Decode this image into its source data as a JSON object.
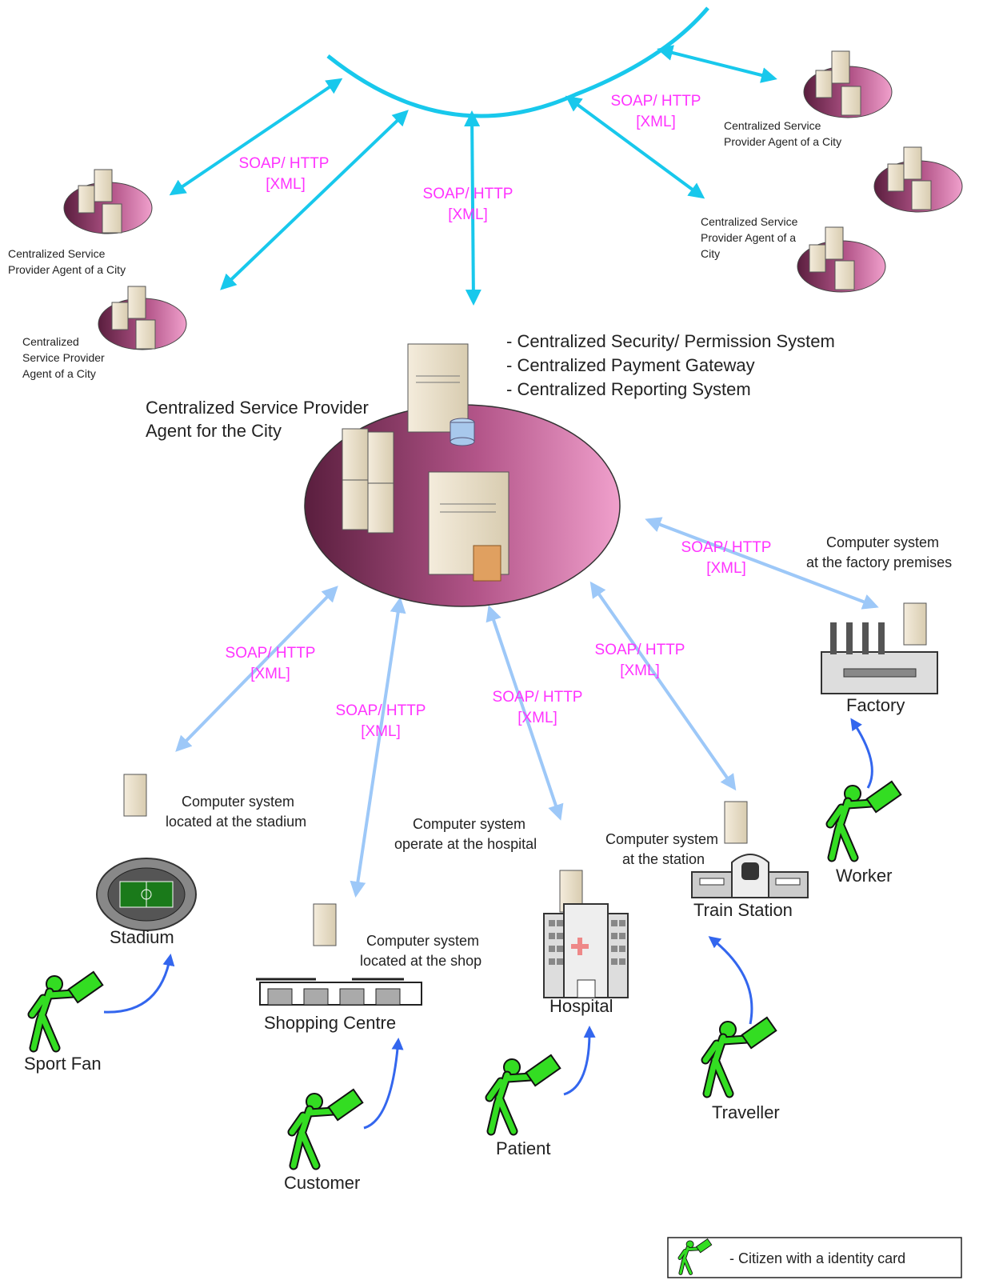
{
  "colors": {
    "backbone": "#18c8ec",
    "link_dark": "#18c8ec",
    "link_light": "#9dc8f8",
    "citizen_arrow": "#3366ee",
    "protocol_text": "#ff33ff",
    "citizen_fill": "#33dd22",
    "platform": "#d98ab8"
  },
  "protocol": {
    "line1": "SOAP/ HTTP",
    "line2": "[XML]"
  },
  "central": {
    "label_line1": "Centralized Service Provider",
    "label_line2": "Agent for the City",
    "features": [
      "- Centralized Security/ Permission System",
      "- Centralized Payment Gateway",
      "- Centralized Reporting System"
    ]
  },
  "remote_agents": [
    {
      "lines": [
        "Centralized Service",
        "Provider Agent of a City"
      ]
    },
    {
      "lines": [
        "Centralized",
        "Service Provider",
        "Agent of a City"
      ]
    },
    {
      "lines": [
        "Centralized Service",
        "Provider Agent of a City"
      ]
    },
    {
      "lines": [
        "Centralized Service",
        "Provider Agent of a",
        "City"
      ]
    }
  ],
  "sites": {
    "stadium": {
      "name": "Stadium",
      "system": [
        "Computer system",
        "located at the stadium"
      ],
      "citizen": "Sport Fan"
    },
    "shop": {
      "name": "Shopping Centre",
      "system": [
        "Computer system",
        "located at the shop"
      ],
      "citizen": "Customer"
    },
    "hospital": {
      "name": "Hospital",
      "system": [
        "Computer system",
        "operate at the hospital"
      ],
      "citizen": "Patient"
    },
    "station": {
      "name": "Train Station",
      "system": [
        "Computer system",
        "at the station"
      ],
      "citizen": "Traveller"
    },
    "factory": {
      "name": "Factory",
      "system": [
        "Computer system",
        "at the factory premises"
      ],
      "citizen": "Worker"
    }
  },
  "legend": {
    "text": "- Citizen with a identity card"
  },
  "icons": [
    "server-icon",
    "server-cluster-icon",
    "stadium-icon",
    "shopping-centre-icon",
    "hospital-icon",
    "train-station-icon",
    "factory-icon",
    "citizen-icon"
  ]
}
